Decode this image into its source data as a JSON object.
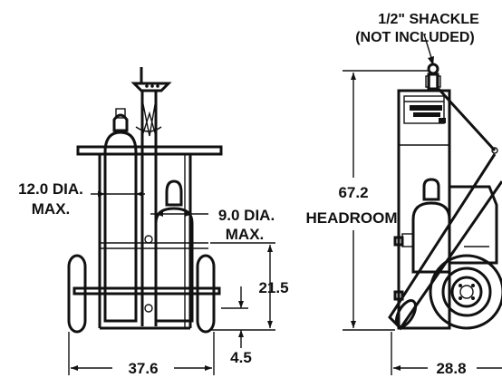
{
  "labels": {
    "shackle_line1": "1/2\" SHACKLE",
    "shackle_line2": "(NOT INCLUDED)",
    "dia12_line1": "12.0 DIA.",
    "dia12_line2": "MAX.",
    "dia9_line1": "9.0 DIA.",
    "dia9_line2": "MAX.",
    "height_67_line1": "67.2",
    "height_67_line2": "HEADROOM",
    "dim_21_5": "21.5",
    "dim_4_5": "4.5",
    "width_37_6": "37.6",
    "width_28_8": "28.8"
  },
  "colors": {
    "ink": "#111111",
    "background": "#ffffff"
  }
}
